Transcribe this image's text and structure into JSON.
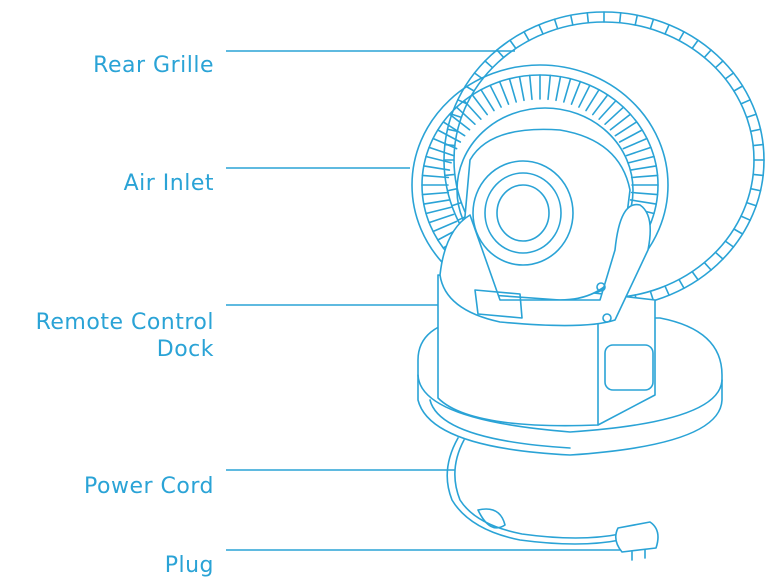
{
  "labels": {
    "rear_grille": "Rear Grille",
    "air_inlet": "Air Inlet",
    "remote_line1": "Remote Control",
    "remote_line2": "Dock",
    "power_cord": "Power Cord",
    "plug": "Plug"
  },
  "colors": {
    "line": "#2aa3d6",
    "background": "#ffffff"
  }
}
